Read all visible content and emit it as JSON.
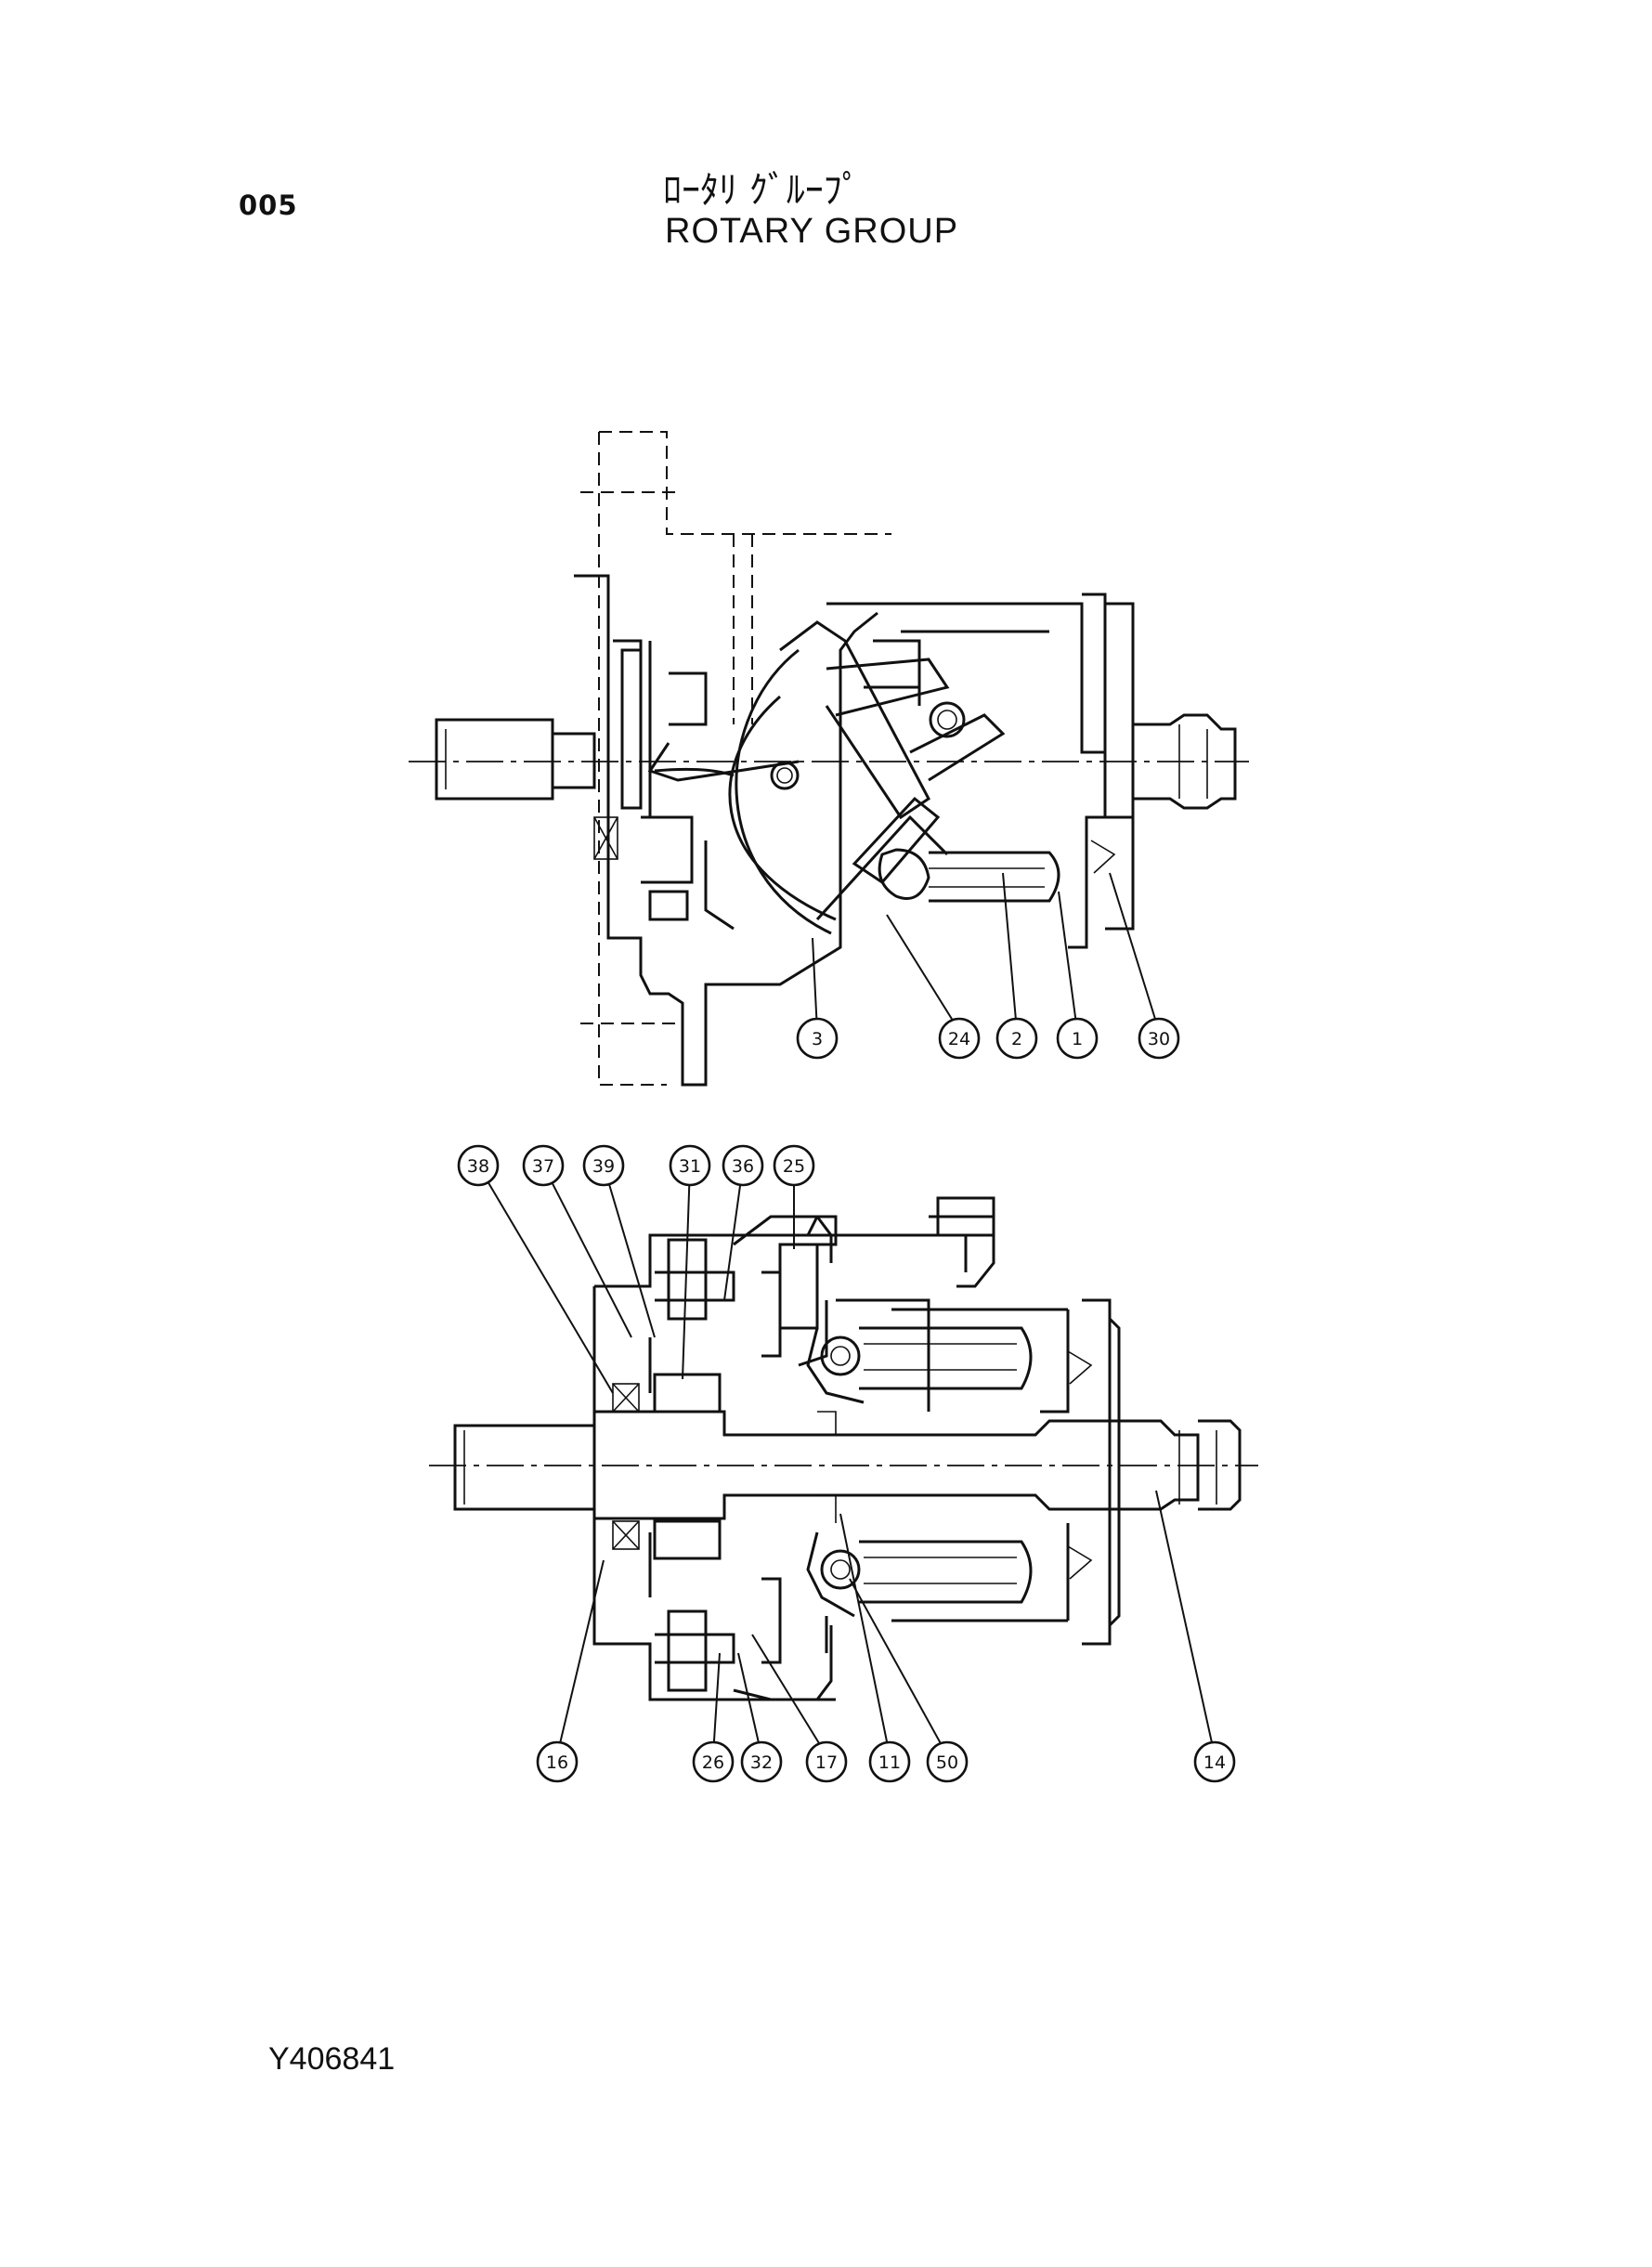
{
  "header": {
    "page_number": "005",
    "title_jp": "ﾛｰﾀﾘ ｸﾞﾙｰﾌﾟ",
    "title_en": "ROTARY GROUP"
  },
  "footer": {
    "drawing_id": "Y406841"
  },
  "views": {
    "top": {
      "callouts": [
        "3",
        "24",
        "2",
        "1",
        "30"
      ]
    },
    "bottom": {
      "callouts_top": [
        "38",
        "37",
        "39",
        "31",
        "36",
        "25"
      ],
      "callouts_bottom": [
        "16",
        "26",
        "32",
        "17",
        "11",
        "50",
        "14"
      ]
    }
  }
}
